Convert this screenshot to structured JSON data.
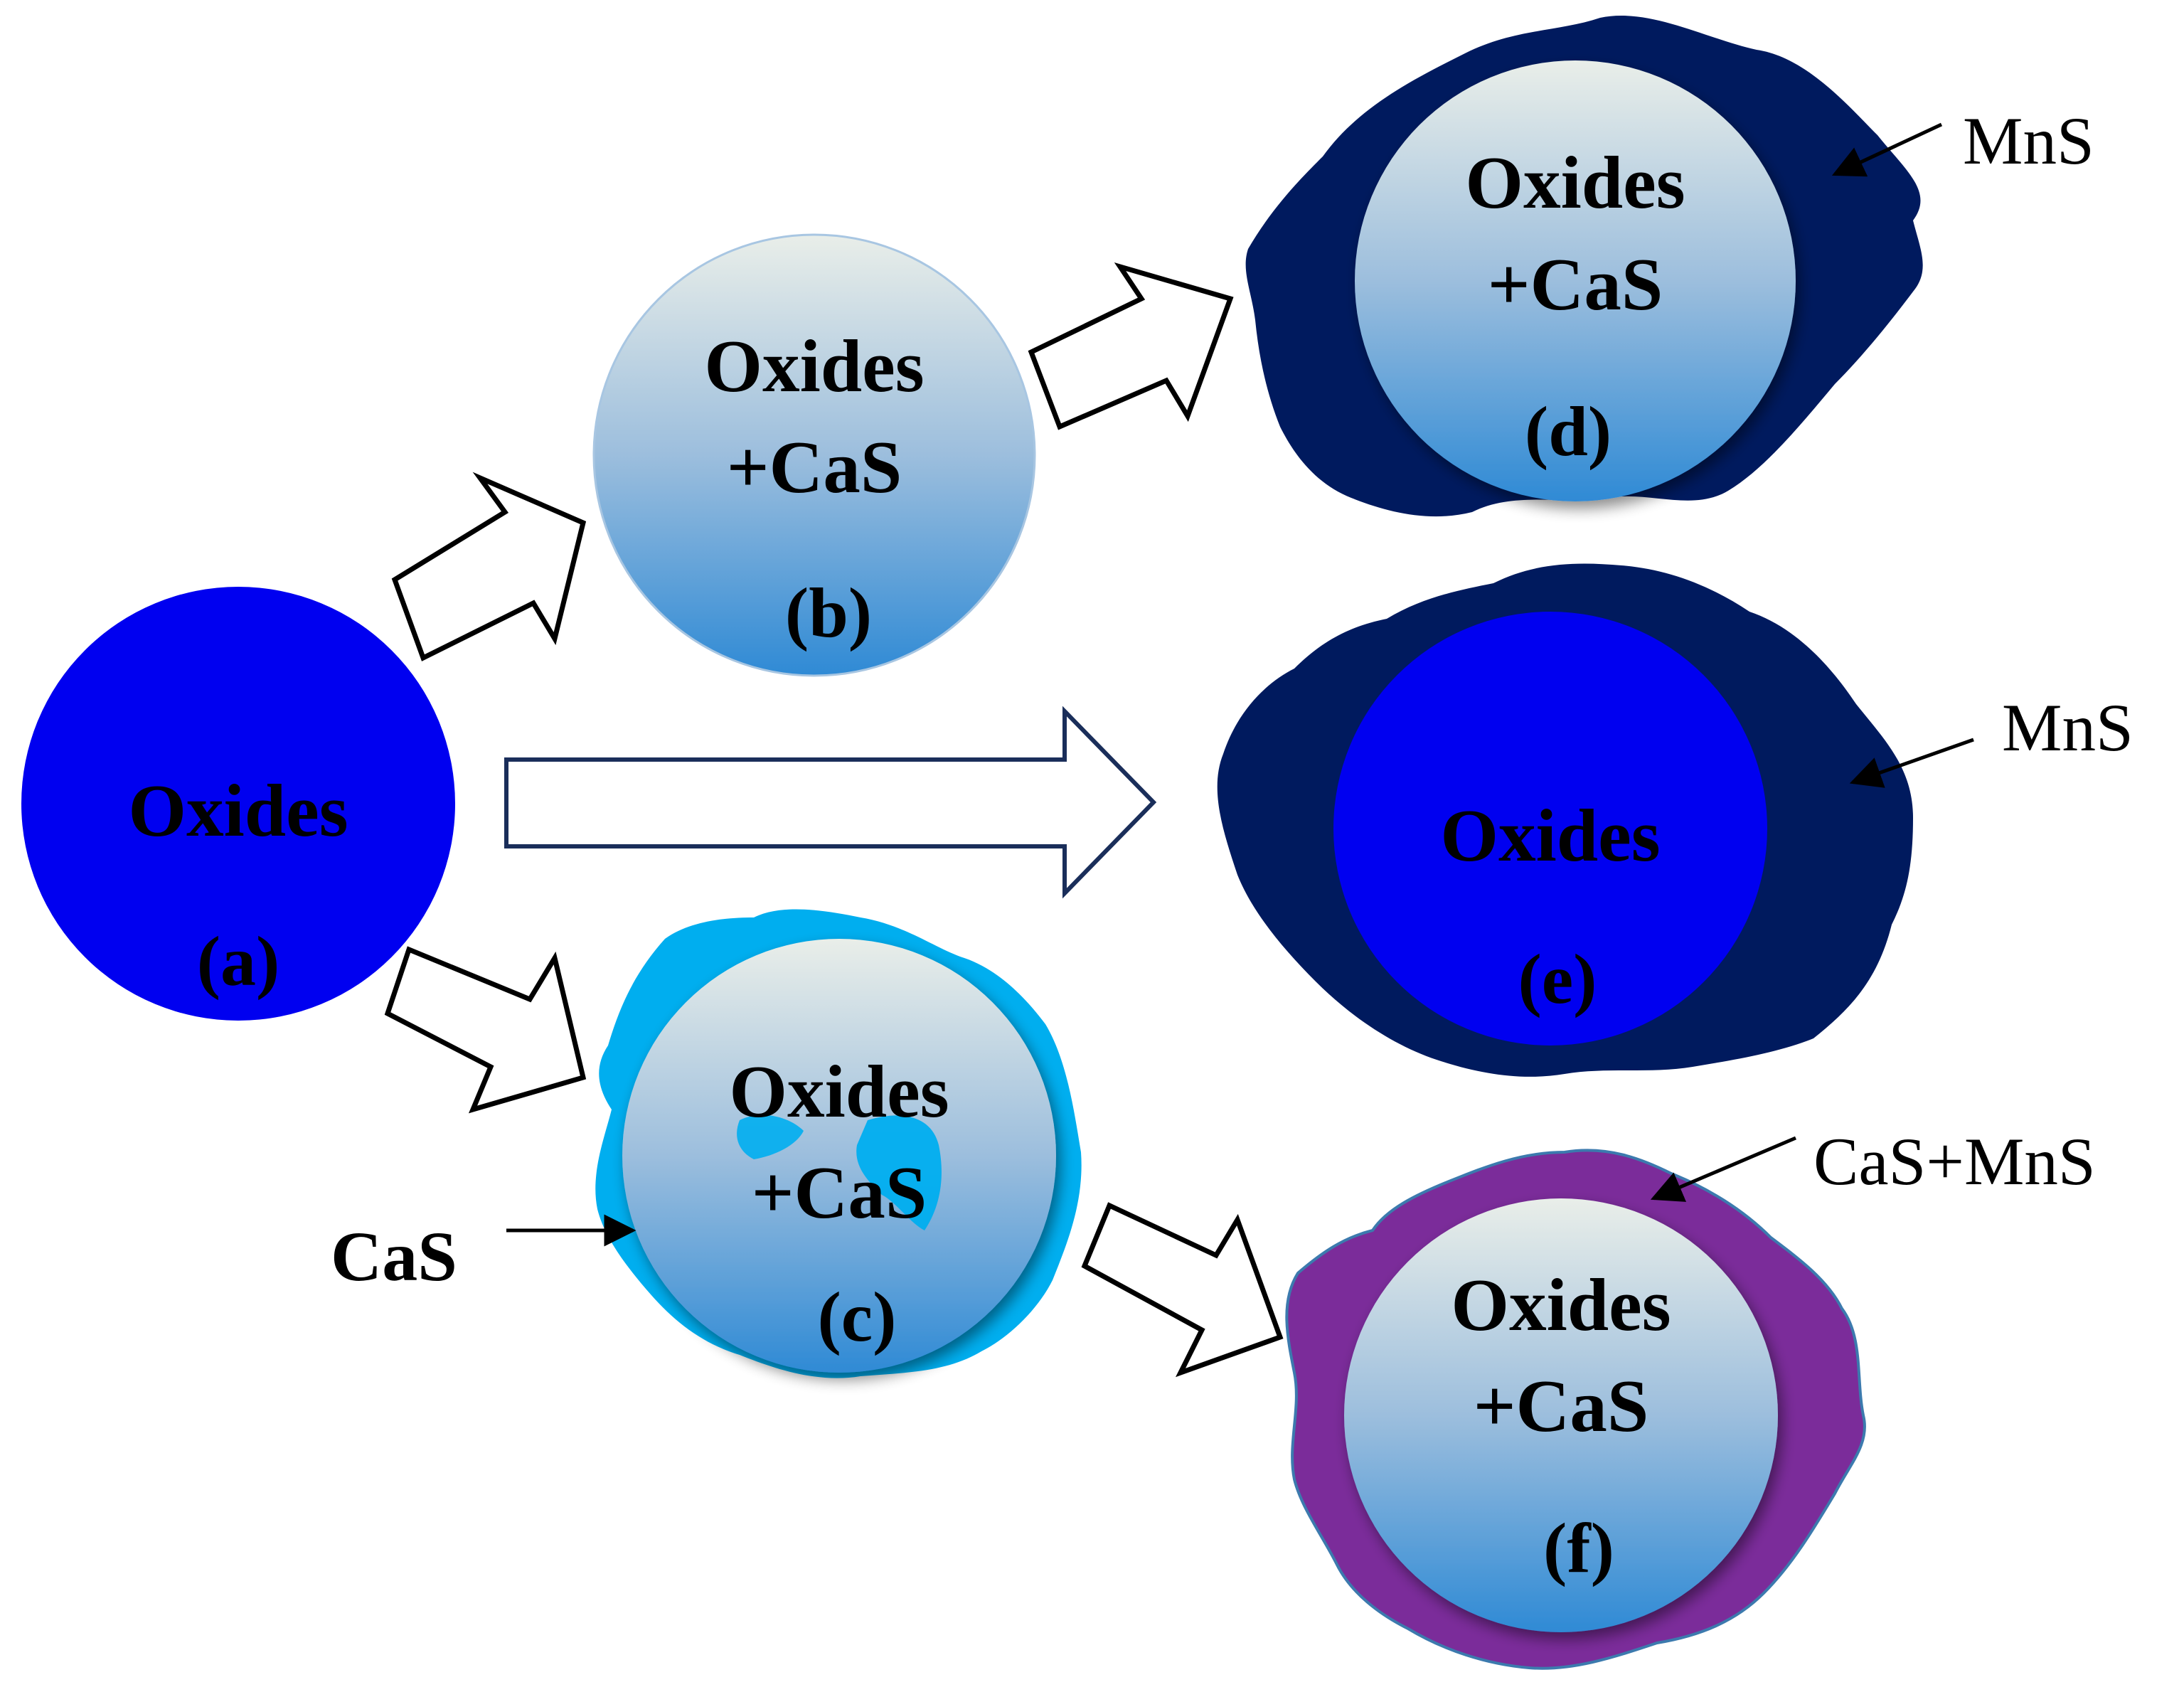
{
  "nodes": {
    "a": {
      "line1": "Oxides",
      "tag": "(a)"
    },
    "b": {
      "line1": "Oxides",
      "line2": "+CaS",
      "tag": "(b)"
    },
    "c": {
      "line1": "Oxides",
      "line2": "+CaS",
      "tag": "(c)"
    },
    "d": {
      "line1": "Oxides",
      "line2": "+CaS",
      "tag": "(d)"
    },
    "e": {
      "line1": "Oxides",
      "tag": "(e)"
    },
    "f": {
      "line1": "Oxides",
      "line2": "+CaS",
      "tag": "(f)"
    }
  },
  "callouts": {
    "c_shell": "CaS",
    "d_shell": "MnS",
    "e_shell": "MnS",
    "f_shell": "CaS+MnS"
  },
  "colors": {
    "oxide_core": "#0000F0",
    "gradient_top": "#E8EDEA",
    "gradient_bottom": "#2E8AD6",
    "mns_shell": "#001A5E",
    "cas_shell": "#00AEEF",
    "cas_mns_shell": "#7B2C9A",
    "arrow_outline": "#000000",
    "arrow_outline_dark": "#1A2E5A"
  }
}
